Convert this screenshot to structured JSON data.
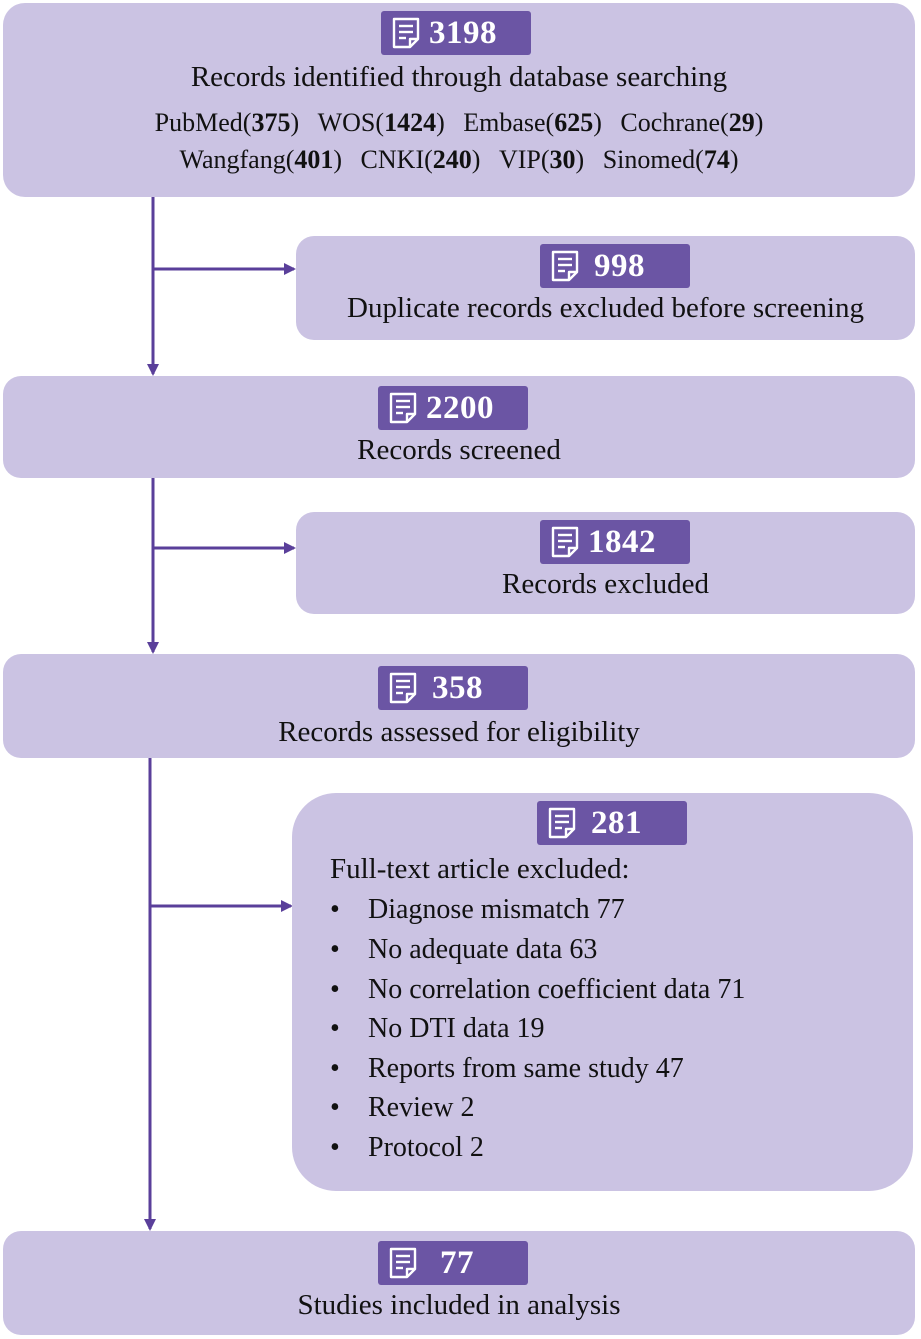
{
  "colors": {
    "box_fill": "#cbc3e3",
    "badge_fill": "#6b55a4",
    "arrow": "#5a3f9a"
  },
  "icon": "document-icon",
  "identification": {
    "count": "3198",
    "label": "Records identified through database searching",
    "databases_row1": [
      {
        "name": "PubMed",
        "count": "375"
      },
      {
        "name": "WOS",
        "count": "1424"
      },
      {
        "name": "Embase",
        "count": "625"
      },
      {
        "name": "Cochrane",
        "count": "29"
      }
    ],
    "databases_row2": [
      {
        "name": "Wangfang",
        "count": "401"
      },
      {
        "name": "CNKI",
        "count": "240"
      },
      {
        "name": "VIP",
        "count": "30"
      },
      {
        "name": "Sinomed",
        "count": "74"
      }
    ]
  },
  "duplicates": {
    "count": "998",
    "label": "Duplicate records excluded before screening"
  },
  "screened": {
    "count": "2200",
    "label": "Records screened"
  },
  "excluded": {
    "count": "1842",
    "label": "Records excluded"
  },
  "eligibility": {
    "count": "358",
    "label": "Records assessed for eligibility"
  },
  "fulltext_excluded": {
    "count": "281",
    "heading": "Full-text article excluded:",
    "reasons": [
      "Diagnose mismatch 77",
      "No adequate data 63",
      "No correlation coefficient data 71",
      "No DTI data 19",
      "Reports from same study 47",
      "Review 2",
      "Protocol 2"
    ]
  },
  "included": {
    "count": "77",
    "label": "Studies included in analysis"
  }
}
